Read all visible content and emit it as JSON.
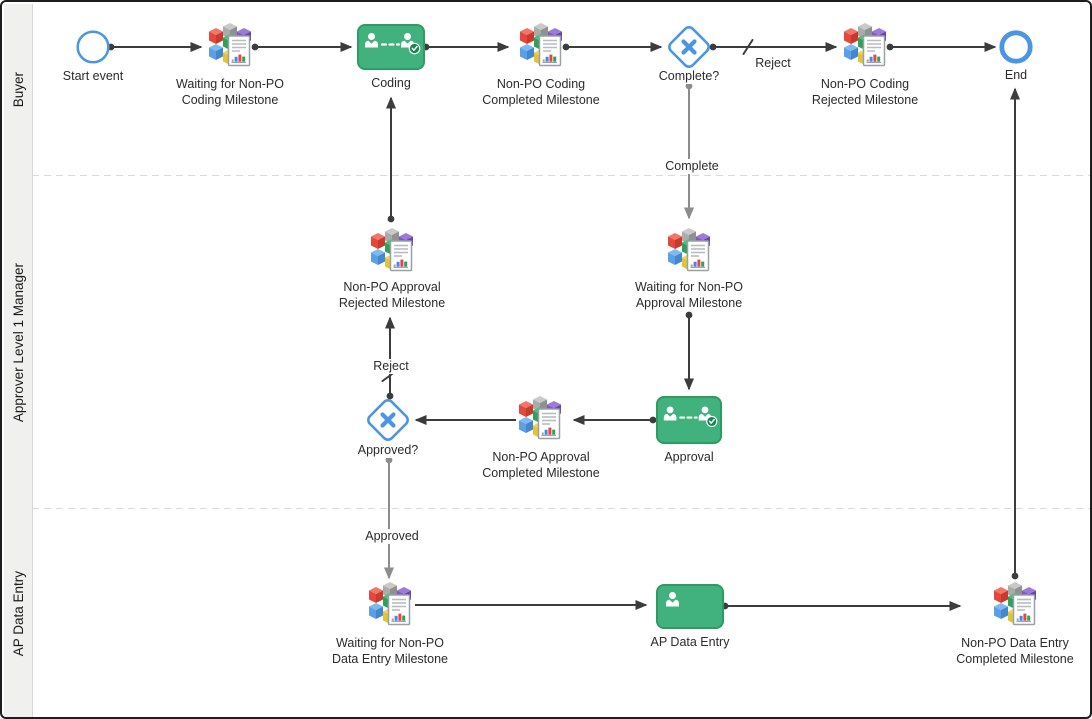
{
  "lanes": [
    {
      "label": "Buyer"
    },
    {
      "label": "Approver Level 1 Manager"
    },
    {
      "label": "AP Data Entry"
    }
  ],
  "nodes": {
    "start": "Start event",
    "wcm": "Waiting for Non-PO\nCoding Milestone",
    "coding": "Coding",
    "ccm": "Non-PO Coding\nCompleted Milestone",
    "gw_complete": "Complete?",
    "rcm": "Non-PO Coding\nRejected Milestone",
    "end": "End",
    "arm": "Non-PO Approval\nRejected Milestone",
    "wam": "Waiting for Non-PO\nApproval Milestone",
    "acm": "Non-PO Approval\nCompleted Milestone",
    "approval": "Approval",
    "gw_approved": "Approved?",
    "wdm": "Waiting for Non-PO\nData Entry Milestone",
    "apde": "AP Data Entry",
    "dcm": "Non-PO Data Entry\nCompleted Milestone"
  },
  "edge_labels": {
    "reject_coding": "Reject",
    "complete": "Complete",
    "reject_approval": "Reject",
    "approved": "Approved"
  },
  "colors": {
    "accent_blue": "#4a96e3",
    "task_green": "#41b27d",
    "task_green_border": "#2c9c61",
    "badge_green": "#17854e",
    "flow_dark": "#3c3c3c",
    "flow_conditional_gray": "#8c8c8c",
    "lane_strip_bg": "#f0f1ef"
  }
}
